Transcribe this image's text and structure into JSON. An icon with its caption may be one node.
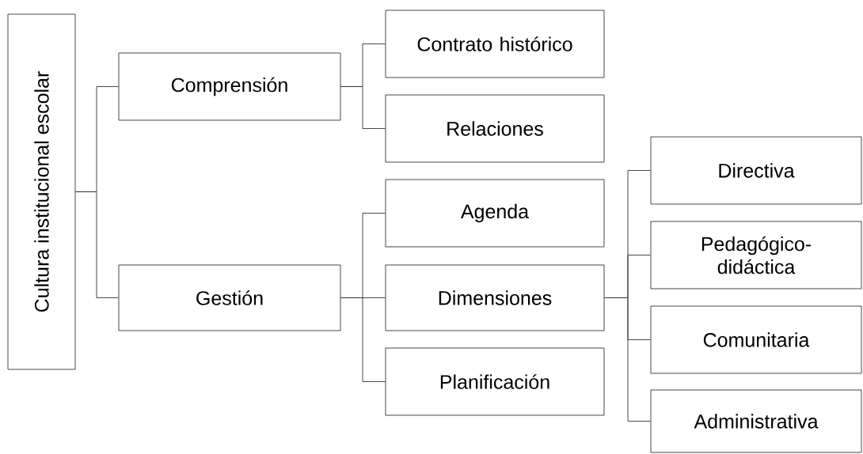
{
  "diagram": {
    "nodes": [
      {
        "text": [
          "Cultura institucional escolar"
        ]
      },
      {
        "text": [
          "Comprensión"
        ]
      },
      {
        "text": [
          "Gestión"
        ]
      },
      {
        "text": [
          "Contrato histórico"
        ]
      },
      {
        "text": [
          "Relaciones"
        ]
      },
      {
        "text": [
          "Agenda"
        ]
      },
      {
        "text": [
          "Dimensiones"
        ]
      },
      {
        "text": [
          "Planificación"
        ]
      },
      {
        "text": [
          "Directiva"
        ]
      },
      {
        "text": [
          "Pedagógico- didáctica"
        ]
      },
      {
        "text": [
          "Comunitaria"
        ]
      },
      {
        "text": [
          "Administrativa"
        ]
      }
    ],
    "edges": [
      {
        "from": 0,
        "to": 1,
        "arrow": "none"
      },
      {
        "from": 0,
        "to": 2,
        "arrow": "none"
      },
      {
        "from": 1,
        "to": 3,
        "arrow": "none"
      },
      {
        "from": 1,
        "to": 4,
        "arrow": "none"
      },
      {
        "from": 2,
        "to": 5,
        "arrow": "none"
      },
      {
        "from": 2,
        "to": 6,
        "arrow": "none"
      },
      {
        "from": 2,
        "to": 7,
        "arrow": "none"
      },
      {
        "from": 6,
        "to": 8,
        "arrow": "none"
      },
      {
        "from": 6,
        "to": 9,
        "arrow": "none"
      },
      {
        "from": 6,
        "to": 10,
        "arrow": "none"
      },
      {
        "from": 6,
        "to": 11,
        "arrow": "none"
      }
    ]
  }
}
